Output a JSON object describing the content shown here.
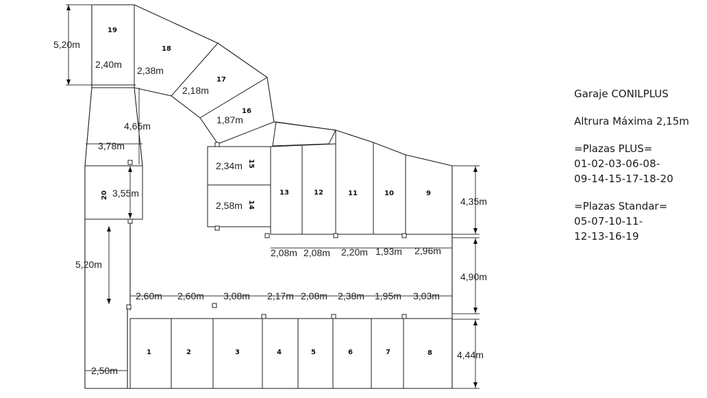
{
  "legend": {
    "title": "Garaje CONILPLUS",
    "max_height": "Altrura Máxima 2,15m",
    "plus_heading": "=Plazas PLUS=",
    "plus_lines": [
      "01-02-03-06-08-",
      "09-14-15-17-18-20"
    ],
    "standard_heading": "=Plazas Standar=",
    "standard_lines": [
      "05-07-10-11-",
      "12-13-16-19"
    ]
  },
  "spots": [
    "1",
    "2",
    "3",
    "4",
    "5",
    "6",
    "7",
    "8",
    "9",
    "10",
    "11",
    "12",
    "13",
    "14",
    "15",
    "16",
    "17",
    "18",
    "19",
    "20"
  ],
  "dimensions": {
    "d19_height": "5,20m",
    "d19_width": "2,40m",
    "d18_width": "2,38m",
    "d17_width": "2,18m",
    "d16_width": "1,87m",
    "d_ramp": "4,65m",
    "d_entry": "3,78m",
    "d20_width": "3,55m",
    "d15_width": "2,34m",
    "d14_width": "2,58m",
    "d_mid_aisle_height": "5,20m",
    "d_upper_row_height": "4,35m",
    "d_aisle_height": "4,90m",
    "d_lower_row_height": "4,44m",
    "d_corner": "2,50m",
    "upper_widths": [
      "2,08m",
      "2,08m",
      "2,20m",
      "1,93m",
      "2,96m"
    ],
    "lower_widths": [
      "2,60m",
      "2,60m",
      "3,08m",
      "2,17m",
      "2,08m",
      "2,38m",
      "1,95m",
      "3,03m"
    ]
  }
}
